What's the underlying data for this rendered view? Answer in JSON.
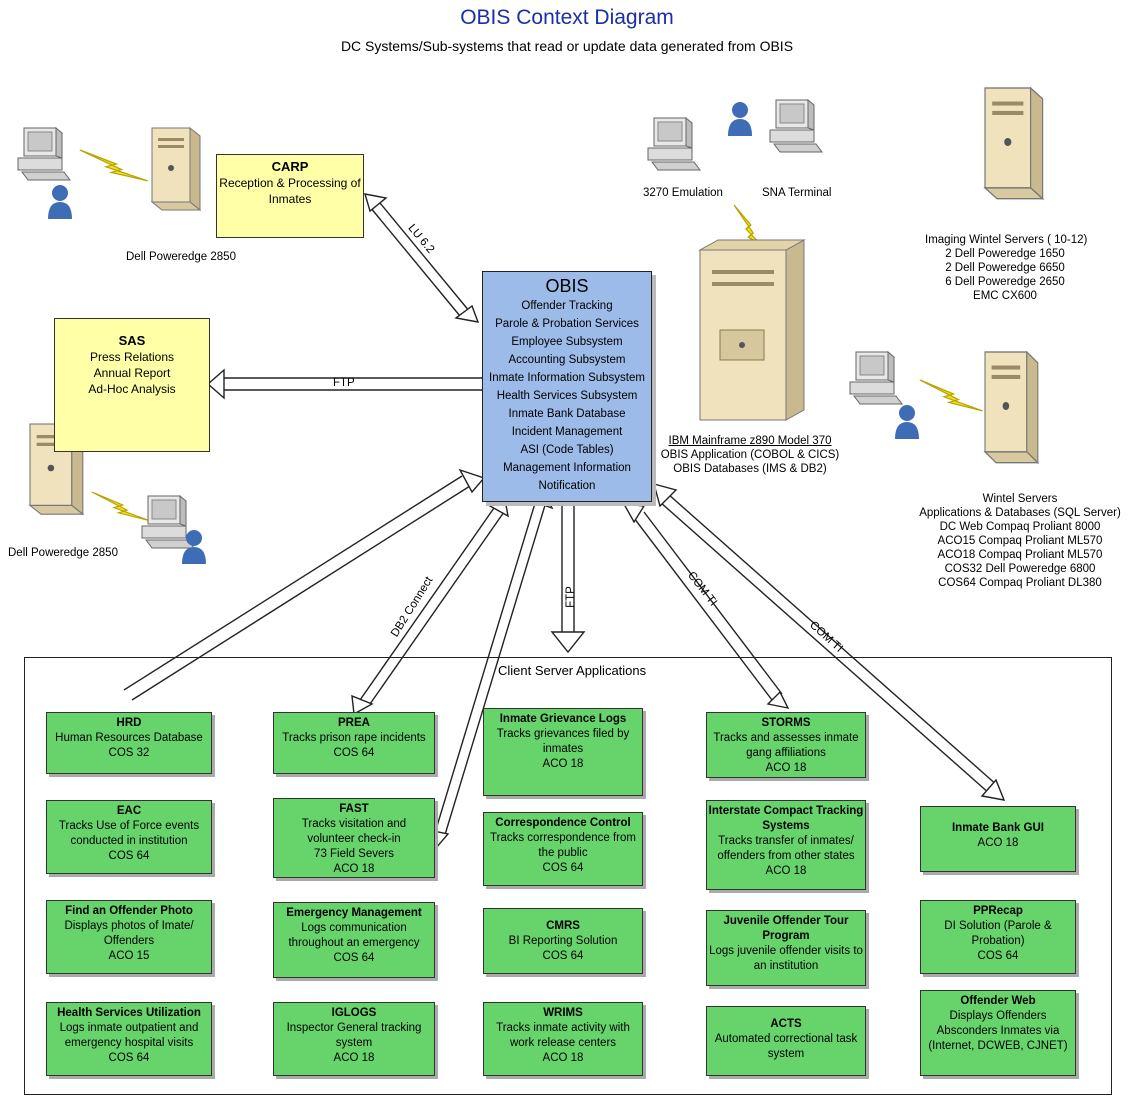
{
  "title": "OBIS Context Diagram",
  "subtitle": "DC Systems/Sub-systems that read or update data generated from OBIS",
  "carp": {
    "name": "CARP",
    "desc": [
      "Reception & Processing of",
      "Inmates"
    ],
    "server": "Dell Poweredge 2850"
  },
  "sas": {
    "name": "SAS",
    "lines": [
      "Press Relations",
      "Annual Report",
      "Ad-Hoc Analysis"
    ],
    "server": "Dell Poweredge 2850"
  },
  "obis": {
    "name": "OBIS",
    "lines": [
      "Offender Tracking",
      "Parole & Probation Services",
      "Employee Subsystem",
      "Accounting Subsystem",
      "Inmate Information Subsystem",
      "Health Services Subsystem",
      "Inmate Bank Database",
      "Incident Management",
      "ASI (Code Tables)",
      "Management Information",
      "Notification"
    ]
  },
  "mainframe": {
    "emulation_label": "3270 Emulation",
    "sna_label": "SNA Terminal",
    "lines": [
      "IBM Mainframe z890 Model 370",
      "OBIS Application (COBOL & CICS)",
      "OBIS Databases (IMS & DB2)"
    ]
  },
  "imaging": {
    "lines": [
      "Imaging Wintel Servers ( 10-12)",
      "2 Dell Poweredge 1650",
      "2 Dell Poweredge 6650",
      "6 Dell Poweredge 2650",
      "EMC CX600"
    ]
  },
  "wintel": {
    "lines": [
      "Wintel Servers",
      "Applications & Databases (SQL Server)",
      "DC Web Compaq Proliant 8000",
      "ACO15 Compaq Proliant ML570",
      "ACO18 Compaq Proliant ML570",
      "COS32 Dell Poweredge 6800",
      "COS64 Compaq Proliant DL380"
    ]
  },
  "connections": {
    "lu62": "LU 6.2",
    "ftp_sas": "FTP",
    "db2": "DB2 Connect",
    "ftp_down": "FTP",
    "com1": "COM TI",
    "com2": "COM TI"
  },
  "region_label": "Client Server Applications",
  "apps": [
    {
      "name": "HRD",
      "lines": [
        "Human Resources Database",
        "COS 32"
      ]
    },
    {
      "name": "EAC",
      "lines": [
        "Tracks Use of Force events",
        "conducted in institution",
        "COS 64"
      ]
    },
    {
      "name": "Find an Offender Photo",
      "lines": [
        "Displays photos of Imate/",
        "Offenders",
        "ACO 15"
      ]
    },
    {
      "name": "Health Services Utilization",
      "lines": [
        "Logs inmate outpatient and",
        "emergency hospital visits",
        "COS 64"
      ]
    },
    {
      "name": "PREA",
      "lines": [
        "Tracks prison rape incidents",
        "COS 64"
      ]
    },
    {
      "name": "FAST",
      "lines": [
        "Tracks visitation and",
        "volunteer check-in",
        "73 Field Severs",
        "ACO 18"
      ]
    },
    {
      "name": "Emergency Management",
      "lines": [
        "Logs communication",
        "throughout an emergency",
        "COS 64"
      ]
    },
    {
      "name": "IGLOGS",
      "lines": [
        "Inspector General tracking",
        "system",
        "ACO 18"
      ]
    },
    {
      "name": "Inmate Grievance Logs",
      "lines": [
        "Tracks grievances filed by",
        "inmates",
        "ACO 18"
      ]
    },
    {
      "name": "Correspondence Control",
      "lines": [
        "Tracks correspondence from",
        "the public",
        "COS 64"
      ]
    },
    {
      "name": "CMRS",
      "lines": [
        "BI Reporting Solution",
        "COS 64"
      ]
    },
    {
      "name": "WRIMS",
      "lines": [
        "Tracks inmate activity with",
        "work release centers",
        "ACO 18"
      ]
    },
    {
      "name": "STORMS",
      "lines": [
        "Tracks and assesses inmate",
        "gang affiliations",
        "ACO 18"
      ]
    },
    {
      "name": "Interstate Compact Tracking Systems",
      "lines": [
        "Tracks transfer of inmates/",
        "offenders from other states",
        "ACO 18"
      ]
    },
    {
      "name": "Juvenile Offender Tour Program",
      "lines": [
        "Logs juvenile offender visits to",
        "an institution"
      ]
    },
    {
      "name": "ACTS",
      "lines": [
        "Automated correctional task",
        "system"
      ]
    },
    {
      "name": "Inmate Bank GUI",
      "lines": [
        "ACO 18"
      ]
    },
    {
      "name": "PPRecap",
      "lines": [
        "DI Solution (Parole &",
        "Probation)",
        "COS 64"
      ]
    },
    {
      "name": "Offender Web",
      "lines": [
        "Displays Offenders",
        "Absconders Inmates via",
        "(Internet, DCWEB, CJNET)"
      ]
    }
  ],
  "icons": {
    "server": "server-tower-icon",
    "workstation": "workstation-icon",
    "user": "user-icon",
    "lightning": "lightning-icon",
    "mainframe": "mainframe-icon"
  },
  "colors": {
    "title": "#1a2ea8",
    "obis_box": "#9dbbe8",
    "app_box": "#66d46b",
    "yellow_box": "#ffffa8",
    "server": "#efe2bd",
    "lightning": "#f2e21e"
  }
}
